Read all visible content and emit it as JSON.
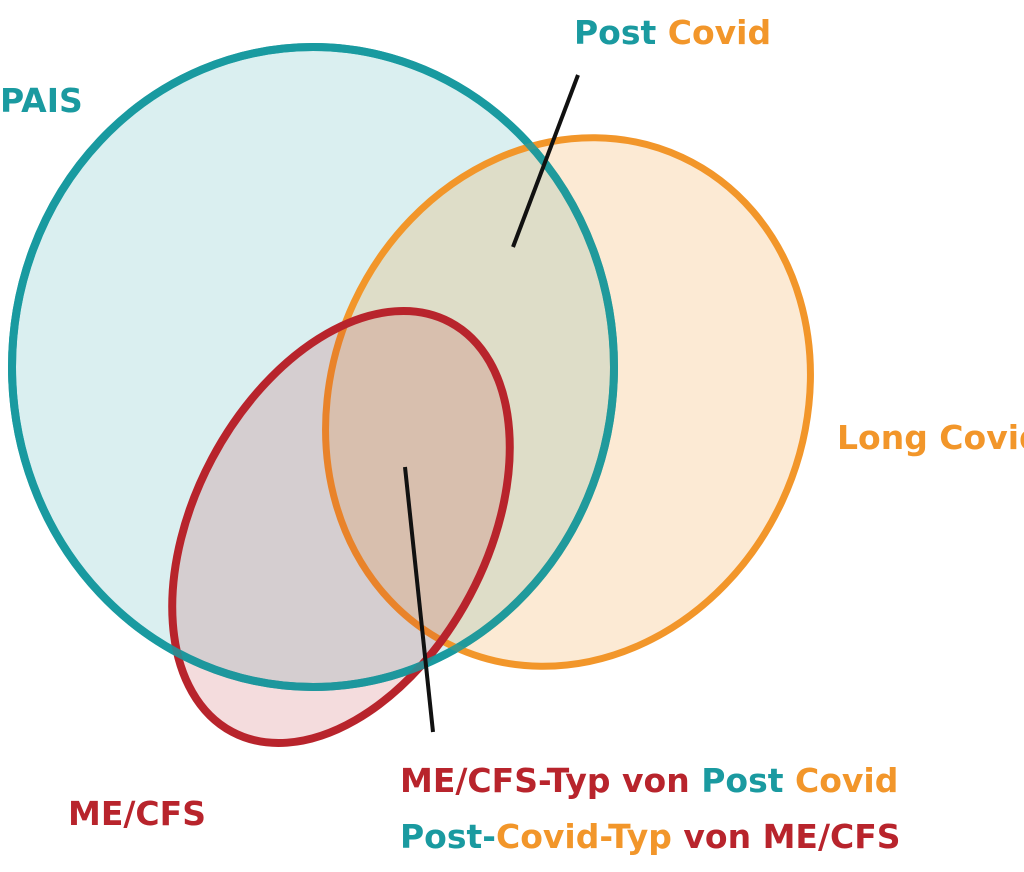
{
  "colors": {
    "pais": "#1a9aa0",
    "long_covid": "#f2962a",
    "mecfs": "#b8242c"
  },
  "labels": {
    "pais": "PAIS",
    "long_covid": "Long Covid",
    "mecfs": "ME/CFS",
    "post_covid": {
      "part1": "Post",
      "part2": "Covid"
    },
    "bottom_line1": {
      "part1": "ME/CFS-Typ",
      "part2": "von",
      "part3": "Post",
      "part4": "Covid"
    },
    "bottom_line2": {
      "part1": "Post-",
      "part2": "Covid-Typ",
      "part3": "von ME/CFS"
    }
  }
}
